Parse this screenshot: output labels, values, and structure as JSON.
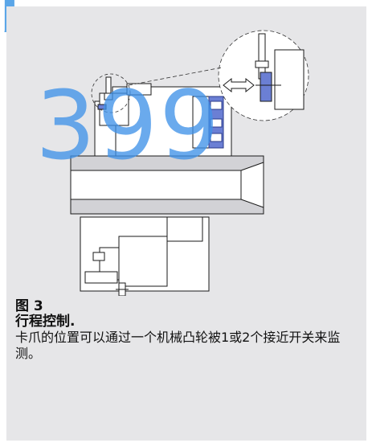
{
  "watermark": {
    "top_left": "J",
    "center": "399"
  },
  "caption": {
    "figure_number": "图 3",
    "title": "行程控制.",
    "body": "卡爪的位置可以通过一个机械凸轮被1或2个接近开关来监测。"
  },
  "colors": {
    "panel_background": "#e6e6e8",
    "drawing_line": "#1a1a1a",
    "part_fill": "#ffffff",
    "highlight_part": "#6b7fd4",
    "watermark_blue": "#4092e8"
  },
  "icons": {
    "arrow": "double-headed-arrow"
  }
}
